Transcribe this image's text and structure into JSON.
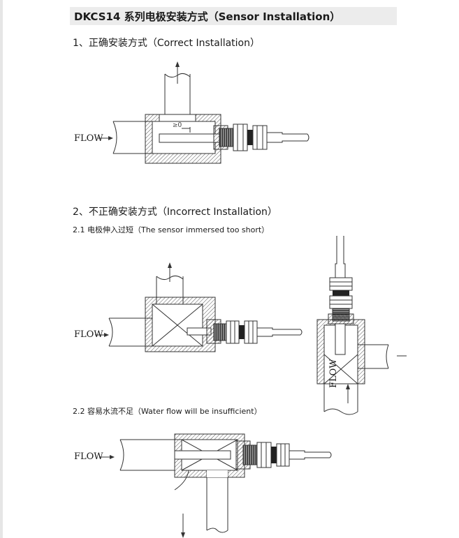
{
  "title": "DKCS14 系列电极安装方式（Sensor Installation）",
  "sections": {
    "correct": {
      "heading": "1、正确安装方式（Correct Installation）",
      "fig_label": "FLOW",
      "gap_label": "≥0"
    },
    "incorrect": {
      "heading": "2、不正确安装方式（Incorrect Installation）",
      "sub1": "2.1 电极伸入过短（The sensor immersed too short）",
      "sub1_label_h": "FLOW",
      "sub1_label_v": "FLOW",
      "sub2": "2.2 容易水流不足（Water flow will be insufficient）",
      "sub2_label": "FLOW"
    }
  }
}
